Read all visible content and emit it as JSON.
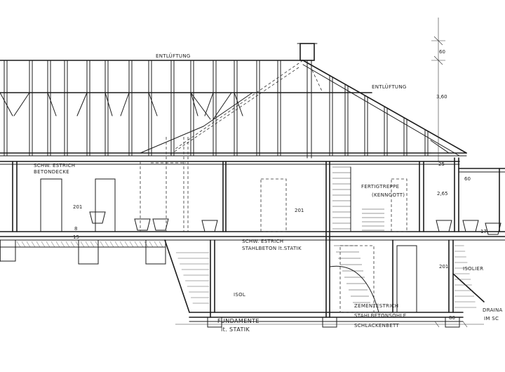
{
  "labels": {
    "entlueftung_top": "ENTLÜFTUNG",
    "entlueftung_right": "ENTLÜFTUNG",
    "schw_estrich_upper_1": "SCHW. ESTRICH",
    "schw_estrich_upper_2": "BETONDECKE",
    "fertigtreppe_1": "FERTIGTREPPE",
    "fertigtreppe_2": "(KENNGOTT)",
    "schw_estrich_lower_1": "SCHW. ESTRICH",
    "schw_estrich_lower_2": "STAHLBETON lt.STATIK",
    "isol_left": "ISOL",
    "isol_right": "ISOLIER",
    "fundamente_1": "FUNDAMENTE",
    "fundamente_2": "lt. STATIK",
    "zement_1": "ZEMENTESTRICH",
    "zement_2": "STAHLBETONSOHLE",
    "zement_3": "SCHLACKENBETT",
    "drain_1": "DRAINA",
    "drain_2": "IM SC"
  },
  "dimensions": {
    "d60_top": "60",
    "d360": "3,60",
    "d25": "25",
    "d60_right": "60",
    "d265": "2,65",
    "d17": "17",
    "d201_left": "201",
    "d8": "8",
    "d15": "15",
    "d201_mid": "201",
    "d201_base": "201",
    "d80": "80"
  }
}
